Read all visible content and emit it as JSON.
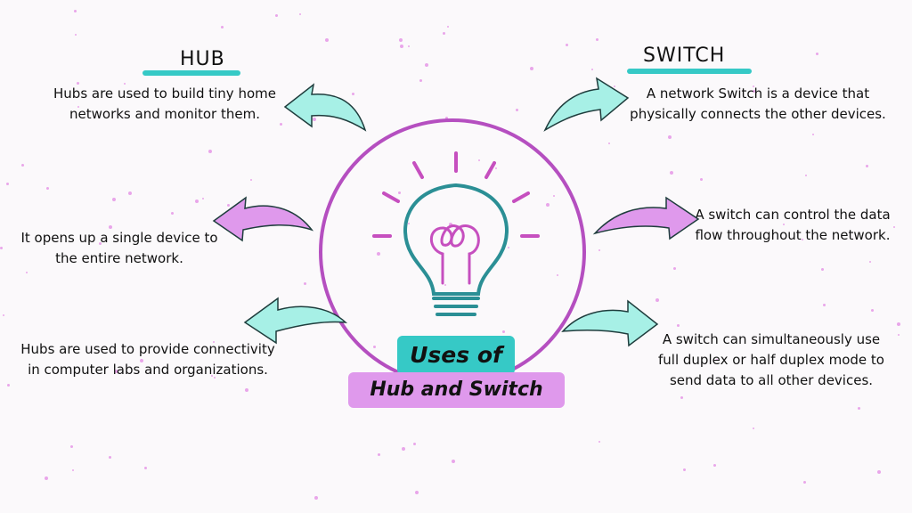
{
  "hub": {
    "heading": "HUB",
    "points": [
      "Hubs are used to build tiny home networks and monitor them.",
      "It opens up a single device to the entire network.",
      "Hubs are used to provide connectivity in computer labs and organizations."
    ]
  },
  "switch": {
    "heading": "SWITCH",
    "points": [
      "A network Switch is a device that physically connects the other devices.",
      "A switch can control the data flow throughout the network.",
      "A switch can simultaneously use full duplex or half duplex mode to send data to all other devices."
    ]
  },
  "center": {
    "line1": "Uses of",
    "line2": "Hub and Switch"
  },
  "icons": {
    "center": "lightbulb-icon",
    "arrows": "curved-arrow-icon"
  },
  "colors": {
    "teal": "#36c9c6",
    "mint": "#a7f0e6",
    "purple": "#b54fc0",
    "lavender": "#df99ec",
    "bulb_teal": "#2b8f95",
    "accent_pink": "#c64fbf"
  }
}
